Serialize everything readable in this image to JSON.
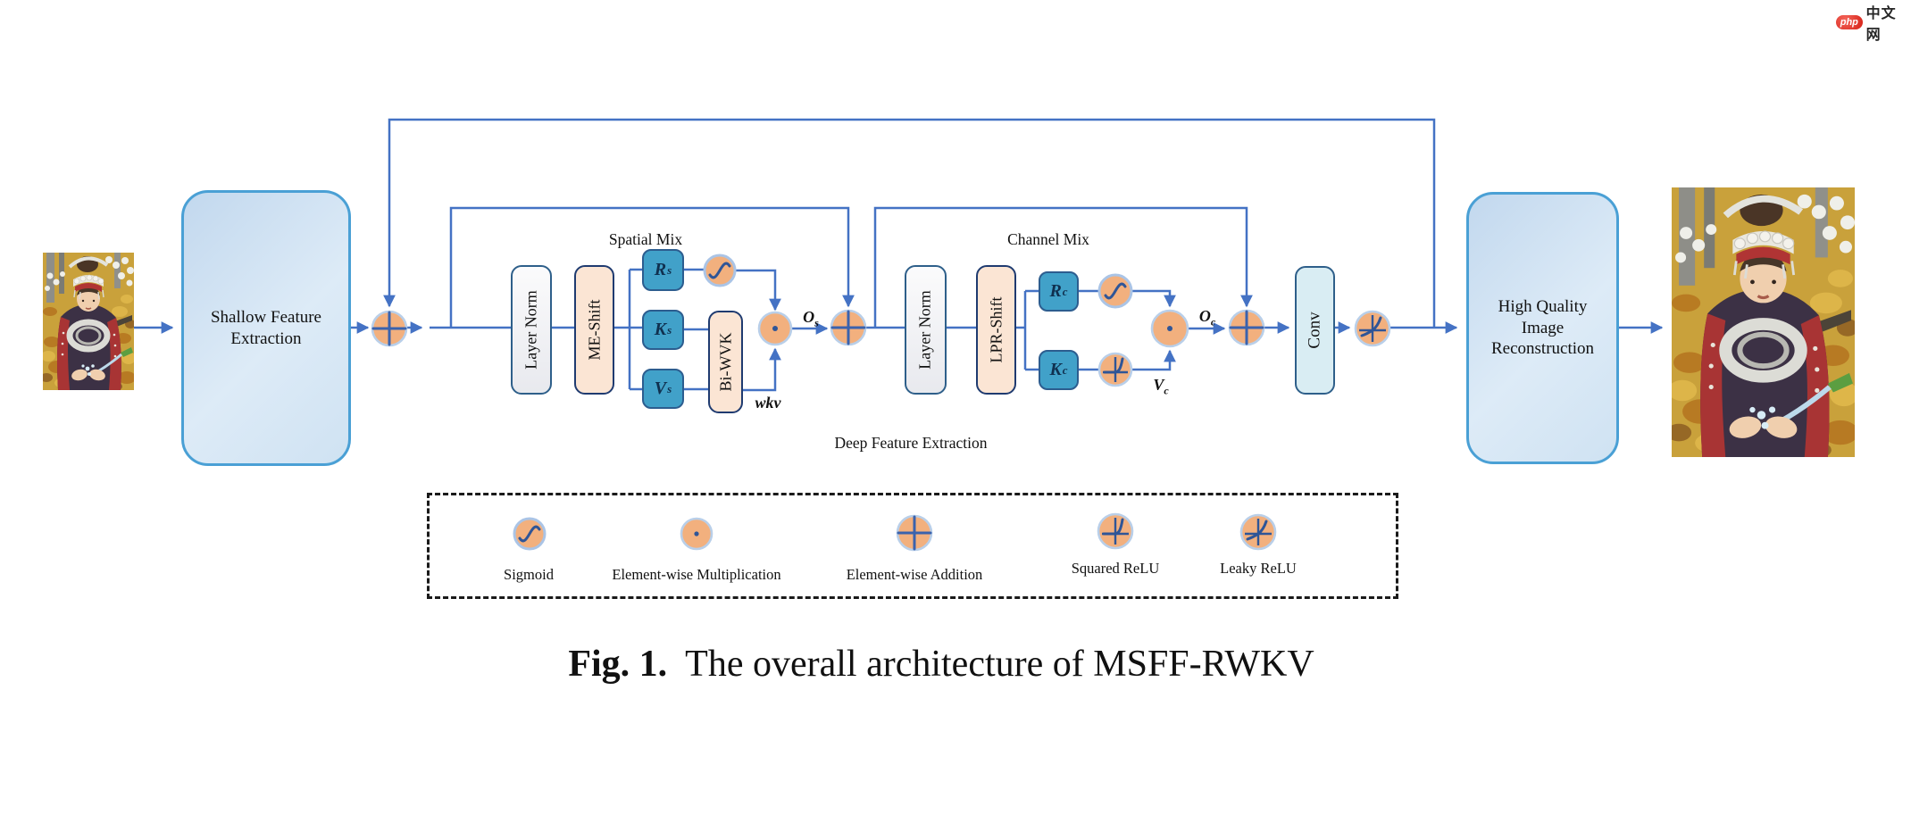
{
  "logo": {
    "badge": "php",
    "site": "中文网"
  },
  "pipeline": {
    "shallow": "Shallow Feature Extraction",
    "deep": "Deep Feature Extraction",
    "reconstruction": "High Quality Image Reconstruction",
    "conv": "Conv"
  },
  "spatial_mix": {
    "title": "Spatial Mix",
    "layer_norm": "Layer Norm",
    "shift": "ME-Shift",
    "r": {
      "base": "R",
      "sub": "s"
    },
    "k": {
      "base": "K",
      "sub": "s"
    },
    "v": {
      "base": "V",
      "sub": "s"
    },
    "wvk": "Bi-WVK",
    "out": {
      "base": "O",
      "sub": "s"
    },
    "wkv": "wkv"
  },
  "channel_mix": {
    "title": "Channel Mix",
    "layer_norm": "Layer Norm",
    "shift": "LPR-Shift",
    "r": {
      "base": "R",
      "sub": "c"
    },
    "k": {
      "base": "K",
      "sub": "c"
    },
    "v": {
      "base": "V",
      "sub": "c"
    },
    "out": {
      "base": "O",
      "sub": "c"
    }
  },
  "legend": {
    "items": [
      {
        "icon": "sigmoid-icon",
        "label": "Sigmoid"
      },
      {
        "icon": "element-wise-multiplication-icon",
        "label": "Element-wise Multiplication"
      },
      {
        "icon": "element-wise-addition-icon",
        "label": "Element-wise Addition"
      },
      {
        "icon": "squared-relu-icon",
        "label": "Squared ReLU"
      },
      {
        "icon": "leaky-relu-icon",
        "label": "Leaky ReLU"
      }
    ]
  },
  "caption": {
    "prefix": "Fig. 1.",
    "text": "The overall architecture of MSFF-RWKV"
  },
  "colors": {
    "wire_blue": "#4472c4",
    "node_orange": "#f2b07e",
    "node_ring": "#b9cfe9",
    "glyph_navy": "#2f5597",
    "mix_green": "#c6dfb3",
    "mix_green_border": "#8fa8d8",
    "qkv_blue": "#41a1c9",
    "qkv_border": "#2c5d8f",
    "shift_peach": "#fbe5d4",
    "shift_border": "#1f3b70",
    "panel_border": "#4aa0d5",
    "conv_fill": "#d9edf3",
    "logo_red": "#d51f15"
  }
}
